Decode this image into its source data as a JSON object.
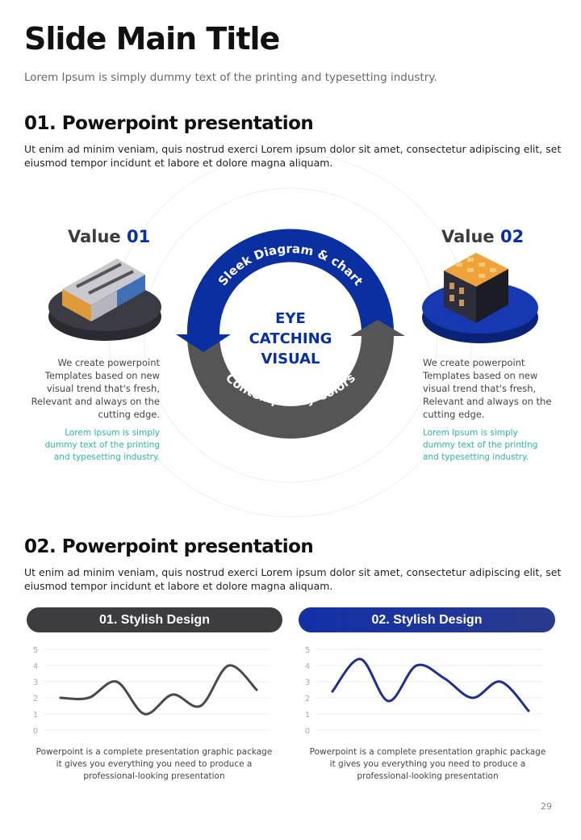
{
  "header": {
    "title": "Slide Main Title",
    "subtitle": "Lorem Ipsum is simply dummy text of the printing and typesetting industry."
  },
  "section1": {
    "heading": "01. Powerpoint presentation",
    "body": "Ut enim ad minim veniam, quis nostrud exerci  Lorem ipsum dolor sit amet, consectetur adipiscing elit, set eiusmod tempor incidunt et labore et dolore magna aliquam."
  },
  "diagram": {
    "top_label": "Sleek Diagram & chart",
    "bottom_label": "Contemporary Colors",
    "center": [
      "EYE",
      "CATCHING",
      "VISUAL"
    ],
    "colors": {
      "blue": "#0a2fa0",
      "gray": "#555555"
    }
  },
  "value1": {
    "word": "Value",
    "num": "01",
    "desc": "We create powerpoint Templates based on new visual trend that's fresh, Relevant and always on the cutting edge.",
    "note": "Lorem Ipsum is simply dummy text of the printing and typesetting industry."
  },
  "value2": {
    "word": "Value",
    "num": "02",
    "desc": "We create powerpoint Templates based on new visual trend that's fresh, Relevant and always on the cutting edge.",
    "note": "Lorem Ipsum is simply dummy text of the printing and typesetting industry."
  },
  "section2": {
    "heading": "02. Powerpoint presentation",
    "body": "Ut enim ad minim veniam, quis nostrud exerci  Lorem ipsum dolor sit amet, consectetur adipiscing elit, set eiusmod tempor incidunt et labore et dolore magna aliquam."
  },
  "chart_data": [
    {
      "type": "line",
      "title": "01. Stylish Design",
      "x": [
        1,
        2,
        3,
        4,
        5,
        6,
        7,
        8
      ],
      "values": [
        2,
        2,
        3,
        1,
        2.2,
        1.5,
        4,
        2.5
      ],
      "ylim": [
        0,
        5
      ],
      "yticks": [
        "0",
        "1",
        "2",
        "3",
        "4",
        "5"
      ],
      "color": "#4a4a4a",
      "caption": "Powerpoint is a complete presentation graphic package it gives you everything you need to produce a professional-looking presentation"
    },
    {
      "type": "line",
      "title": "02. Stylish Design",
      "x": [
        1,
        2,
        3,
        4,
        5,
        6,
        7,
        8
      ],
      "values": [
        2.4,
        4.4,
        1.8,
        4,
        3.2,
        2,
        3,
        1.2
      ],
      "ylim": [
        0,
        5
      ],
      "yticks": [
        "0",
        "1",
        "2",
        "3",
        "4",
        "5"
      ],
      "color": "#1f2f8a",
      "caption": "Powerpoint is a complete presentation graphic package it gives you everything you need to produce a professional-looking presentation"
    }
  ],
  "footer": {
    "page": "29"
  }
}
